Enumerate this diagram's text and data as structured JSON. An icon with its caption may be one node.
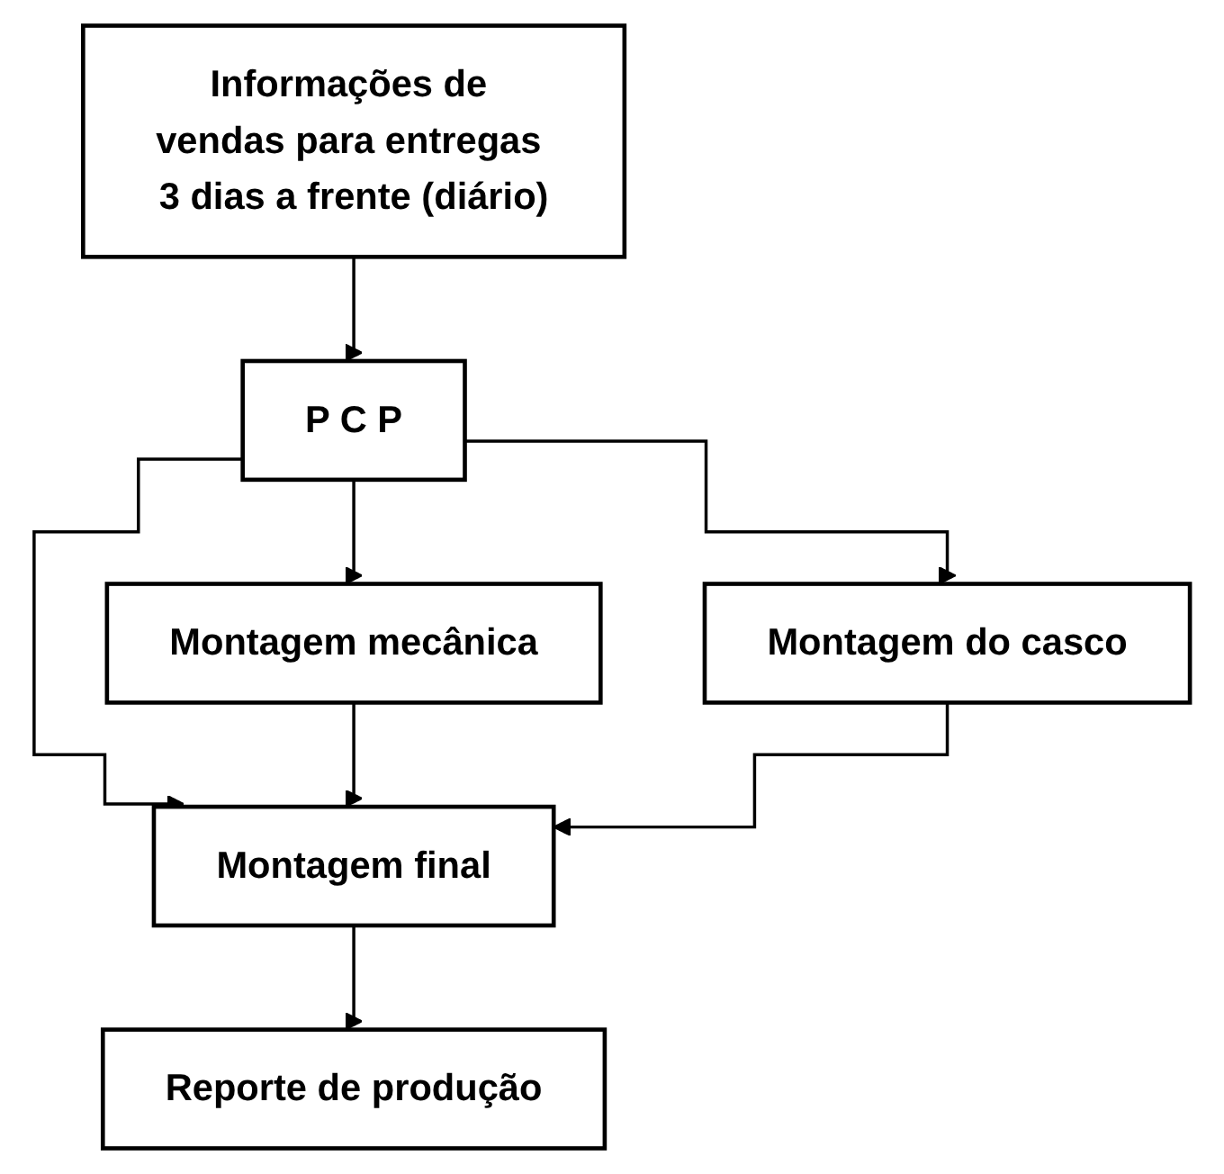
{
  "diagram": {
    "nodes": [
      {
        "text": [
          "Informações de vendas para entregas 3 dias a frente (diário)"
        ]
      },
      {
        "text": [
          "P C P"
        ]
      },
      {
        "text": [
          "Montagem mecânica"
        ]
      },
      {
        "text": [
          "Montagem do casco"
        ]
      },
      {
        "text": [
          "Montagem final"
        ]
      },
      {
        "text": [
          "Reporte de produção"
        ]
      }
    ],
    "edges": [
      {
        "from": 0,
        "to": 1,
        "arrow": "to"
      },
      {
        "from": 1,
        "to": 2,
        "arrow": "to"
      },
      {
        "from": 1,
        "to": 3,
        "arrow": "to"
      },
      {
        "from": 1,
        "to": 4,
        "arrow": "to"
      },
      {
        "from": 2,
        "to": 4,
        "arrow": "to"
      },
      {
        "from": 3,
        "to": 4,
        "arrow": "to"
      },
      {
        "from": 4,
        "to": 5,
        "arrow": "to"
      }
    ]
  }
}
